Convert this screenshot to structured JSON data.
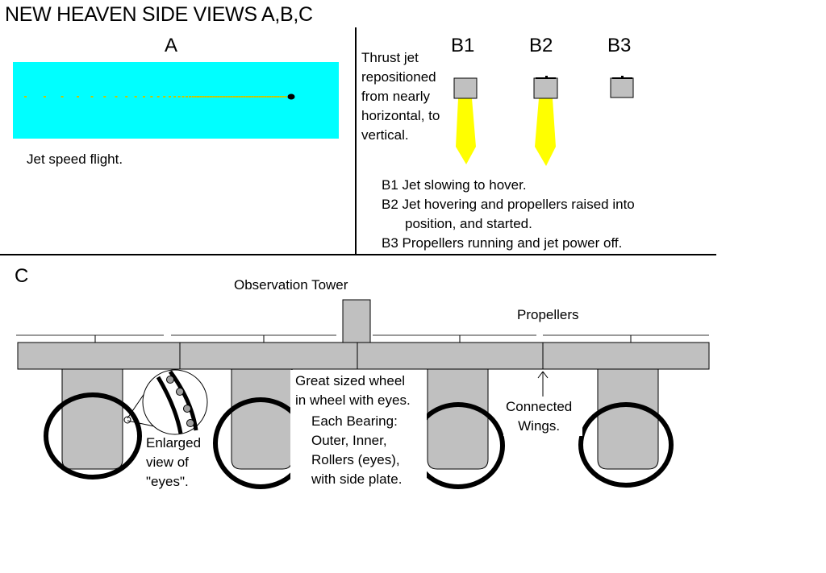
{
  "title": "NEW HEAVEN SIDE VIEWS A,B,C",
  "panel_a": {
    "label": "A",
    "caption": "Jet speed flight."
  },
  "panel_b": {
    "intro": "Thrust jet\nrepositioned\nfrom nearly\nhorizontal, to\nvertical.",
    "labels": [
      "B1",
      "B2",
      "B3"
    ],
    "notes": [
      "B1 Jet slowing to hover.",
      "B2 Jet hovering and propellers raised into",
      "position, and started.",
      "B3 Propellers running and jet power off."
    ]
  },
  "panel_c": {
    "label": "C",
    "observation_tower": "Observation Tower",
    "propellers": "Propellers",
    "enlarged": "Enlarged\nview of\n\"eyes\".",
    "great_wheel": "Great sized wheel\nin wheel with eyes.",
    "bearing": "Each Bearing:\nOuter, Inner,\nRollers (eyes),\nwith side plate.",
    "connected_wings": "Connected\nWings."
  },
  "colors": {
    "sky": "#00ffff",
    "hull": "#c0c0c0",
    "jet_flame": "#ffff00",
    "trail": "#c8c800"
  }
}
